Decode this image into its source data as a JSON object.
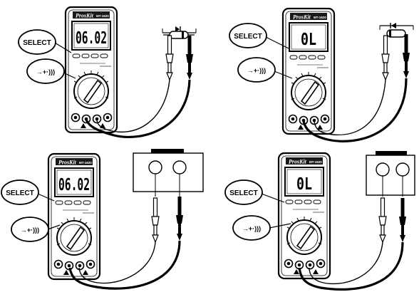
{
  "panels": [
    {
      "brand": "ProsKit",
      "model": "MT-1620",
      "reading": "06.02",
      "callout": "SELECT",
      "mode_symbol": "→+·)))"
    },
    {
      "brand": "ProsKit",
      "model": "MT-1620",
      "reading": "0L",
      "callout": "SELECT",
      "mode_symbol": "→+·)))"
    },
    {
      "brand": "ProsKit",
      "model": "MT-1620",
      "reading": "06.02",
      "callout": "SELECT",
      "mode_symbol": "→+·)))"
    },
    {
      "brand": "ProsKit",
      "model": "MT-1620",
      "reading": "0L",
      "callout": "SELECT",
      "mode_symbol": "→+·)))"
    }
  ]
}
